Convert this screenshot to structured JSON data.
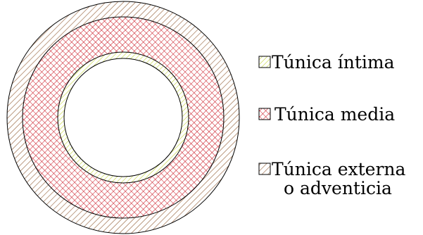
{
  "diagram": {
    "layers": [
      {
        "id": "intima",
        "label": "Túnica íntima",
        "color": "#c8d84a",
        "pattern": "diagonal-hatch"
      },
      {
        "id": "media",
        "label": "Túnica media",
        "color": "#cc1f2a",
        "pattern": "crosshatch"
      },
      {
        "id": "externa",
        "label_line1": "Túnica externa",
        "label_line2": "o adventicia",
        "color": "#9a6a45",
        "pattern": "diagonal-hatch"
      }
    ],
    "outline_color": "#000000",
    "background": "#ffffff"
  }
}
